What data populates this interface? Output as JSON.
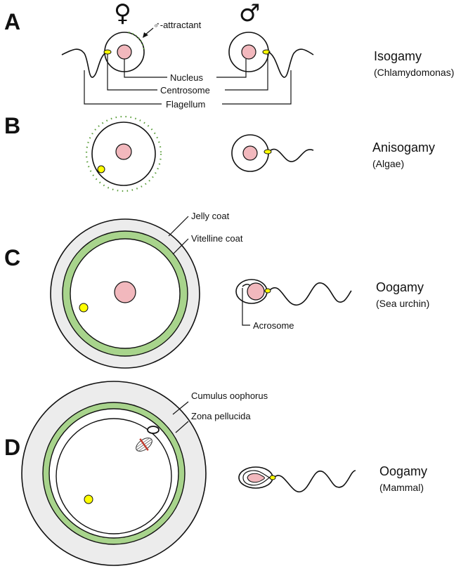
{
  "panels": {
    "a": {
      "letter": "A",
      "title": "Isogamy",
      "subtitle": "(Chlamydomonas)"
    },
    "b": {
      "letter": "B",
      "title": "Anisogamy",
      "subtitle": "(Algae)"
    },
    "c": {
      "letter": "C",
      "title": "Oogamy",
      "subtitle": "(Sea urchin)"
    },
    "d": {
      "letter": "D",
      "title": "Oogamy",
      "subtitle": "(Mammal)"
    }
  },
  "symbols": {
    "female": "♀",
    "male": "♂"
  },
  "labels": {
    "attractant": "♂-attractant",
    "nucleus": "Nucleus",
    "centrosome": "Centrosome",
    "flagellum": "Flagellum",
    "jelly_coat": "Jelly coat",
    "vitelline_coat": "Vitelline coat",
    "acrosome": "Acrosome",
    "cumulus_oophorus": "Cumulus oophorus",
    "zona_pellucida": "Zona pellucida"
  },
  "colors": {
    "nucleus": "#f2b8bd",
    "centrosome": "#ffff00",
    "coat_green": "#a8d48c",
    "coat_grey": "#ececec",
    "attractant_dots": "#5a9e3a"
  }
}
